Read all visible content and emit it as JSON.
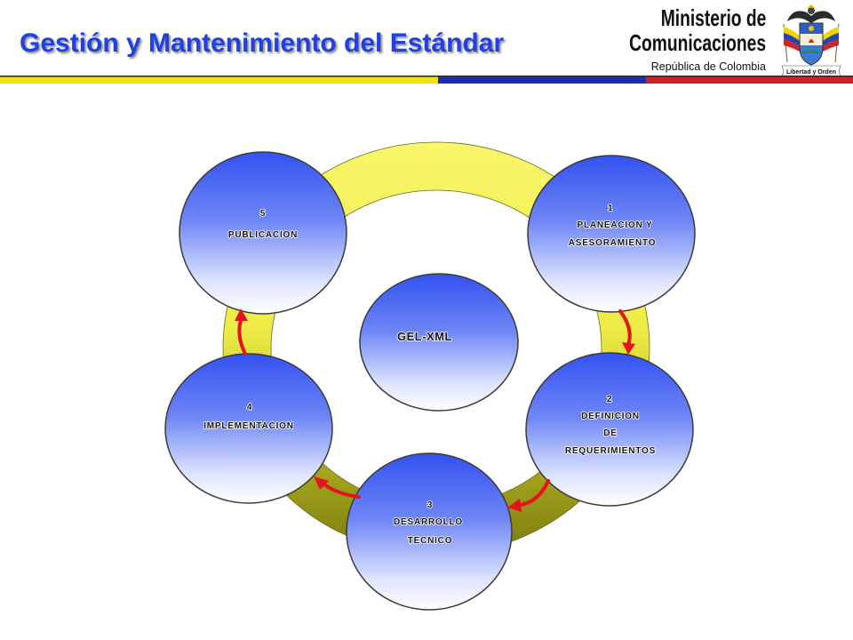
{
  "slide": {
    "title": "Gestión y Mantenimiento del Estándar"
  },
  "header_logo": {
    "line1": "Ministerio de",
    "line2": "Comunicaciones",
    "line3": "República de Colombia",
    "motto": "Libertad y Orden",
    "emblem": "coat-of-arms-icon"
  },
  "diagram": {
    "center": {
      "label": "GEL-XML"
    },
    "nodes": [
      {
        "number": "1",
        "lines": [
          "PLANEACION Y",
          "ASESORAMIENTO"
        ]
      },
      {
        "number": "2",
        "lines": [
          "DEFINICION",
          "DE",
          "REQUERIMIENTOS"
        ]
      },
      {
        "number": "3",
        "lines": [
          "DESARROLLO",
          "TECNICO"
        ]
      },
      {
        "number": "4",
        "lines": [
          "IMPLEMENTACION"
        ]
      },
      {
        "number": "5",
        "lines": [
          "PUBLICACION"
        ]
      }
    ],
    "flow": [
      [
        1,
        2
      ],
      [
        2,
        3
      ],
      [
        3,
        4
      ],
      [
        4,
        5
      ]
    ]
  },
  "colors": {
    "title": "#2040e0",
    "stripe_yellow": "#f0e300",
    "stripe_blue": "#1b2db0",
    "stripe_red": "#d51f28",
    "ring_top": "#f8f66a",
    "ring_bottom": "#7b7b0e",
    "node_top": "#3352f0",
    "node_bottom": "#ffffff",
    "arrow": "#e3141b"
  }
}
